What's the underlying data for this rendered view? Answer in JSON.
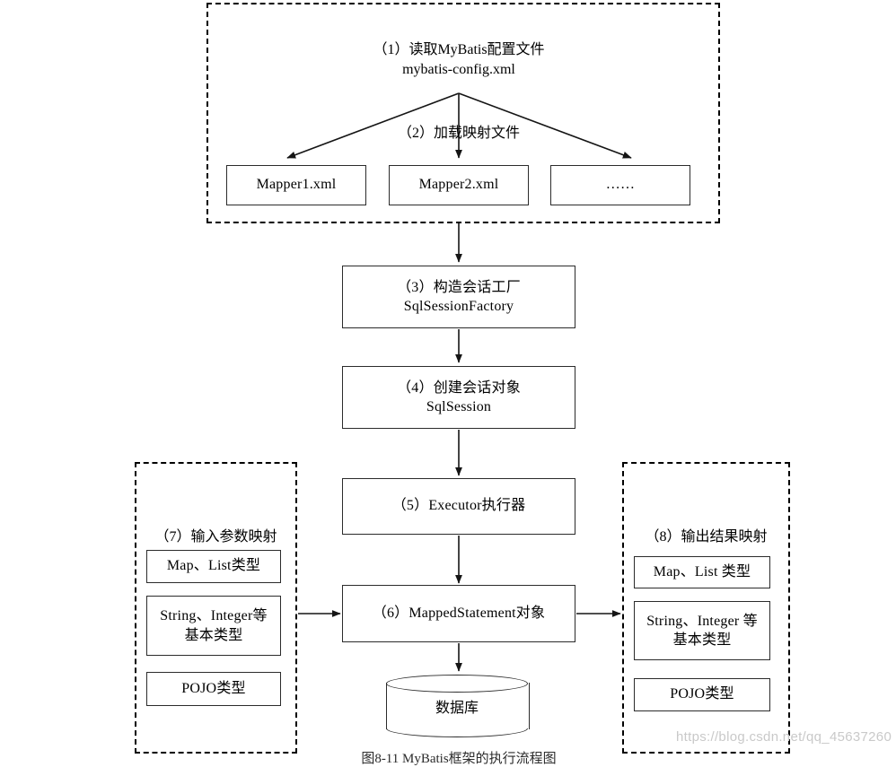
{
  "diagram": {
    "title_caption": "图8-11 MyBatis框架的执行流程图",
    "watermark": "https://blog.csdn.net/qq_45637260",
    "colors": {
      "stroke": "#2b2b2b",
      "dashed": "#000000",
      "background": "#ffffff",
      "watermark": "#c9c9c9"
    },
    "config_group": {
      "name": "mybatis-configuration-group",
      "step1_label": "（1）读取MyBatis配置文件\nmybatis-config.xml",
      "step2_label": "（2）加载映射文件",
      "mappers": [
        {
          "label": "Mapper1.xml"
        },
        {
          "label": "Mapper2.xml"
        },
        {
          "label": "……"
        }
      ]
    },
    "pipeline": [
      {
        "id": "sql-session-factory",
        "label": "（3）构造会话工厂\nSqlSessionFactory"
      },
      {
        "id": "sql-session",
        "label": "（4）创建会话对象\nSqlSession"
      },
      {
        "id": "executor",
        "label": "（5）Executor执行器"
      },
      {
        "id": "mapped-statement",
        "label": "（6）MappedStatement对象"
      }
    ],
    "database": {
      "label": "数据库"
    },
    "input_panel": {
      "title": "（7）输入参数映射",
      "items": [
        {
          "label": "Map、List类型"
        },
        {
          "label": "String、Integer等\n基本类型"
        },
        {
          "label": "POJO类型"
        }
      ]
    },
    "output_panel": {
      "title": "（8）输出结果映射",
      "items": [
        {
          "label": "Map、List 类型"
        },
        {
          "label": "String、Integer 等\n基本类型"
        },
        {
          "label": "POJO类型"
        }
      ]
    }
  }
}
